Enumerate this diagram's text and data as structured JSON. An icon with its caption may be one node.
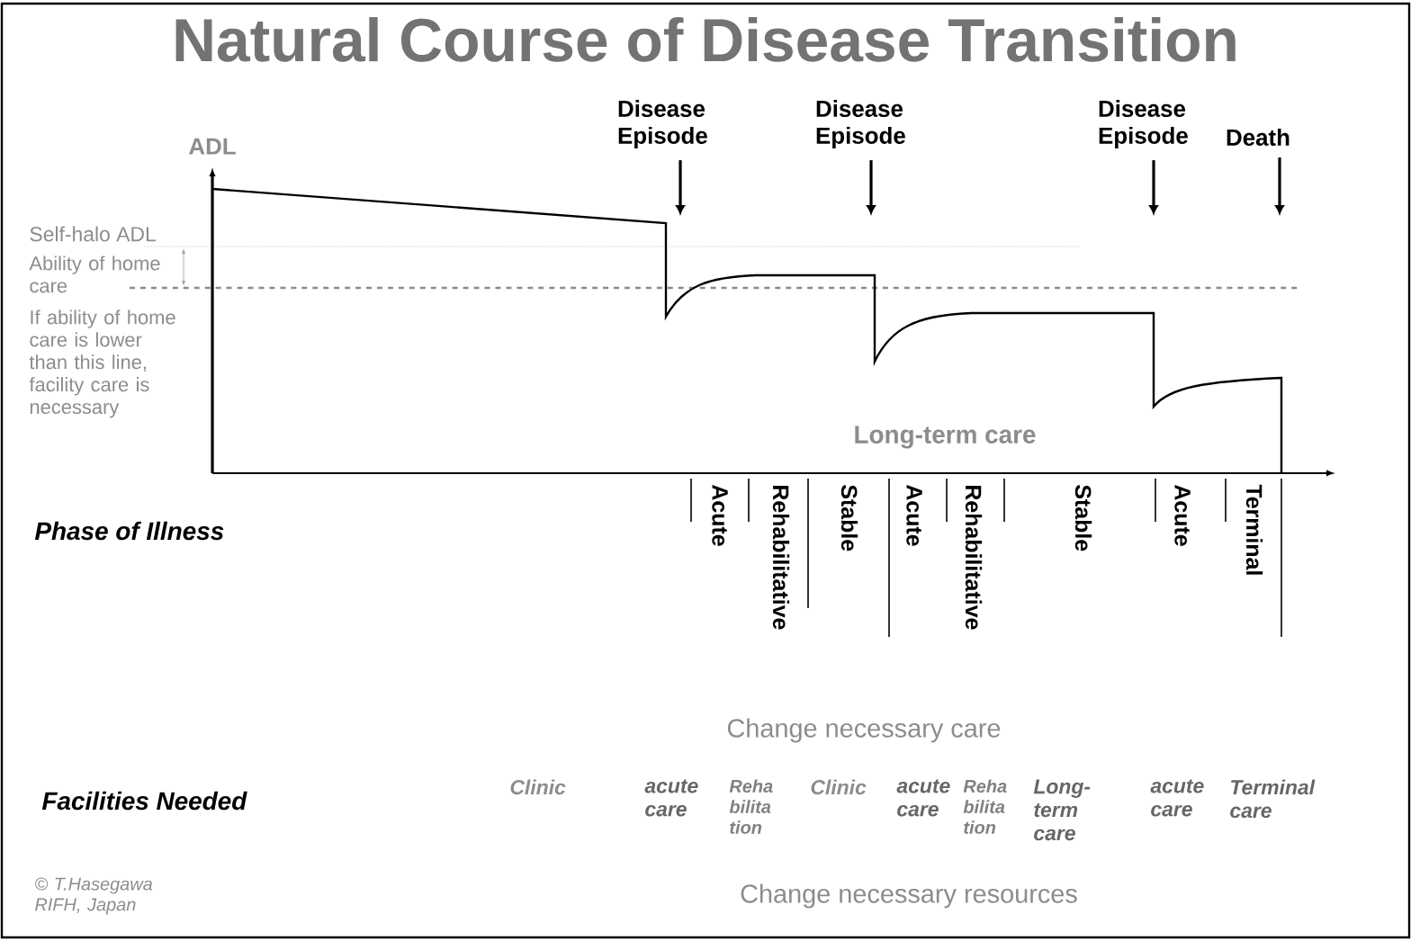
{
  "diagram": {
    "title": "Natural Course of Disease Transition",
    "nodes": [
      {
        "text": [
          "Disease Episode"
        ]
      },
      {
        "text": [
          "Disease Episode"
        ]
      },
      {
        "text": [
          "Disease Episode"
        ]
      },
      {
        "text": [
          "Death"
        ]
      }
    ],
    "edges": [
      {
        "from": 0,
        "to": null,
        "arrow": "to"
      },
      {
        "from": 1,
        "to": null,
        "arrow": "to"
      },
      {
        "from": 2,
        "to": null,
        "arrow": "to"
      },
      {
        "from": 3,
        "to": null,
        "arrow": "to"
      }
    ],
    "labels": [
      "ADL",
      "Self-halo ADL",
      "Ability of home care",
      "If ability of home care is lower than this line, facility care is necessary",
      "Long-term care",
      "Phase of Illness",
      "Acute",
      "Rehabilitative",
      "Stable",
      "Acute",
      "Rehabilitative",
      "Stable",
      "Acute",
      "Terminal",
      "Change necessary care",
      "Facilities Needed",
      "Clinic",
      "acute care",
      "Reha bilita tion",
      "Clinic",
      "acute care",
      "Reha bilita tion",
      "Long- term care",
      "acute care",
      "Terminal care",
      "© T.Hasegawa RIFH, Japan",
      "Change necessary resources"
    ]
  }
}
